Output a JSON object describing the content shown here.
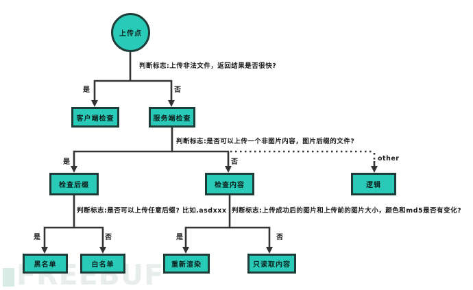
{
  "diagram": {
    "colors": {
      "node_fill": "#29cab7",
      "node_border": "#1e3d39",
      "line": "#333333",
      "watermark_text_color": "#e8eeec"
    },
    "root": {
      "label": "上传点"
    },
    "nodes": {
      "client_check": "客户端检查",
      "server_check": "服务端检查",
      "check_suffix": "检查后缀",
      "check_content": "检查内容",
      "logic": "逻辑",
      "blacklist": "黑名单",
      "whitelist": "白名单",
      "rerender": "重新渲染",
      "read_only": "只读取内容"
    },
    "edge_labels": {
      "q1": "判断标志:上传非法文件，返回结果是否很快?",
      "q2": "判断标志:是否可以上传一个非图片内容，图片后缀的文件?",
      "q3": "判断标志:是否可以上传任意后缀? 比如.asdxxx",
      "q4": "判断标志:上传成功后的图片和上传前的图片大小，颜色和md5是否有变化?",
      "yes": "是",
      "no": "否",
      "other": "other"
    },
    "watermark": {
      "text": "FREEBUF"
    }
  }
}
